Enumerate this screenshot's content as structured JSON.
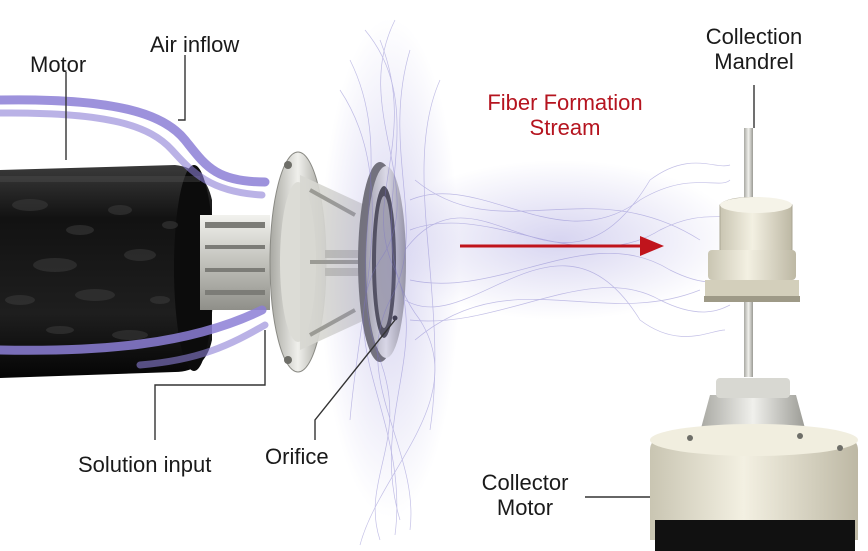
{
  "labels": {
    "motor": "Motor",
    "air_inflow": "Air inflow",
    "collection_mandrel_line1": "Collection",
    "collection_mandrel_line2": "Mandrel",
    "fiber_stream_line1": "Fiber Formation",
    "fiber_stream_line2": "Stream",
    "solution_input": "Solution input",
    "orifice": "Orifice",
    "collector_motor_line1": "Collector",
    "collector_motor_line2": "Motor"
  },
  "colors": {
    "label_text": "#1a1a1a",
    "fiber_stream_label": "#b5141f",
    "arrow": "#c0141c",
    "tubing": "#8c7fd6",
    "fibers": "#7b74c9",
    "motor_body": "#151515",
    "metal": "#c9c9c4",
    "collector_base": "#e6e2cf"
  },
  "icons": {
    "direction_arrow": "red-right-arrow-icon"
  }
}
